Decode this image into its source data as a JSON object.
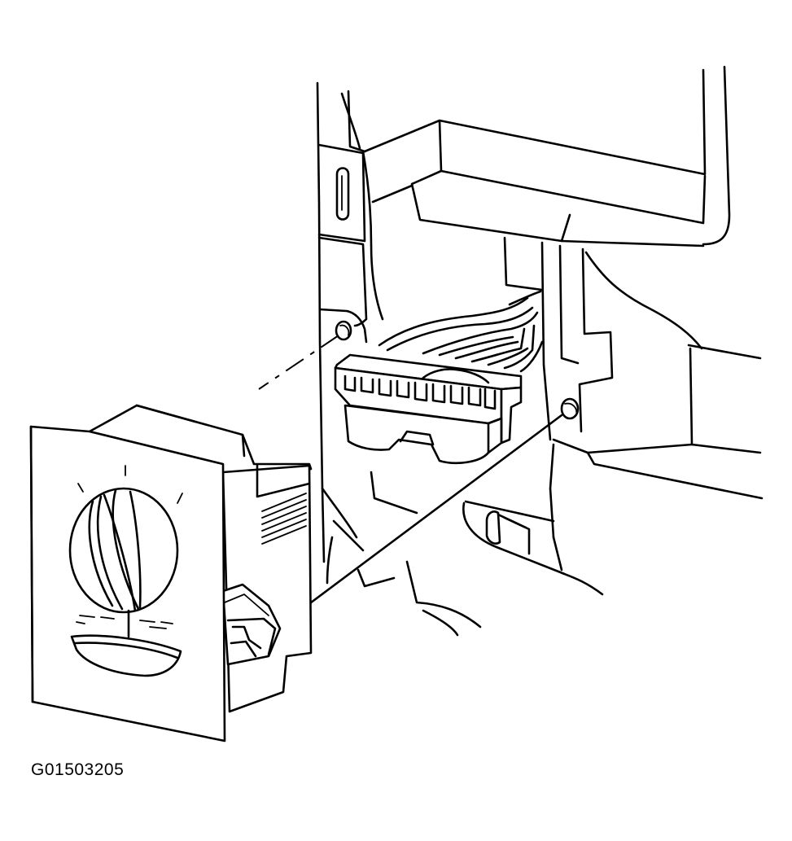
{
  "figure_id": "G01503205",
  "colors": {
    "ink": "#000000",
    "paper": "#ffffff"
  },
  "parts": [
    "instrument-panel-carrier",
    "wiring-harness",
    "harness-connector",
    "mounting-hole-upper",
    "mounting-hole-lower",
    "headlamp-switch",
    "switch-knob",
    "dimmer-wheel",
    "switch-body",
    "retaining-clip"
  ]
}
